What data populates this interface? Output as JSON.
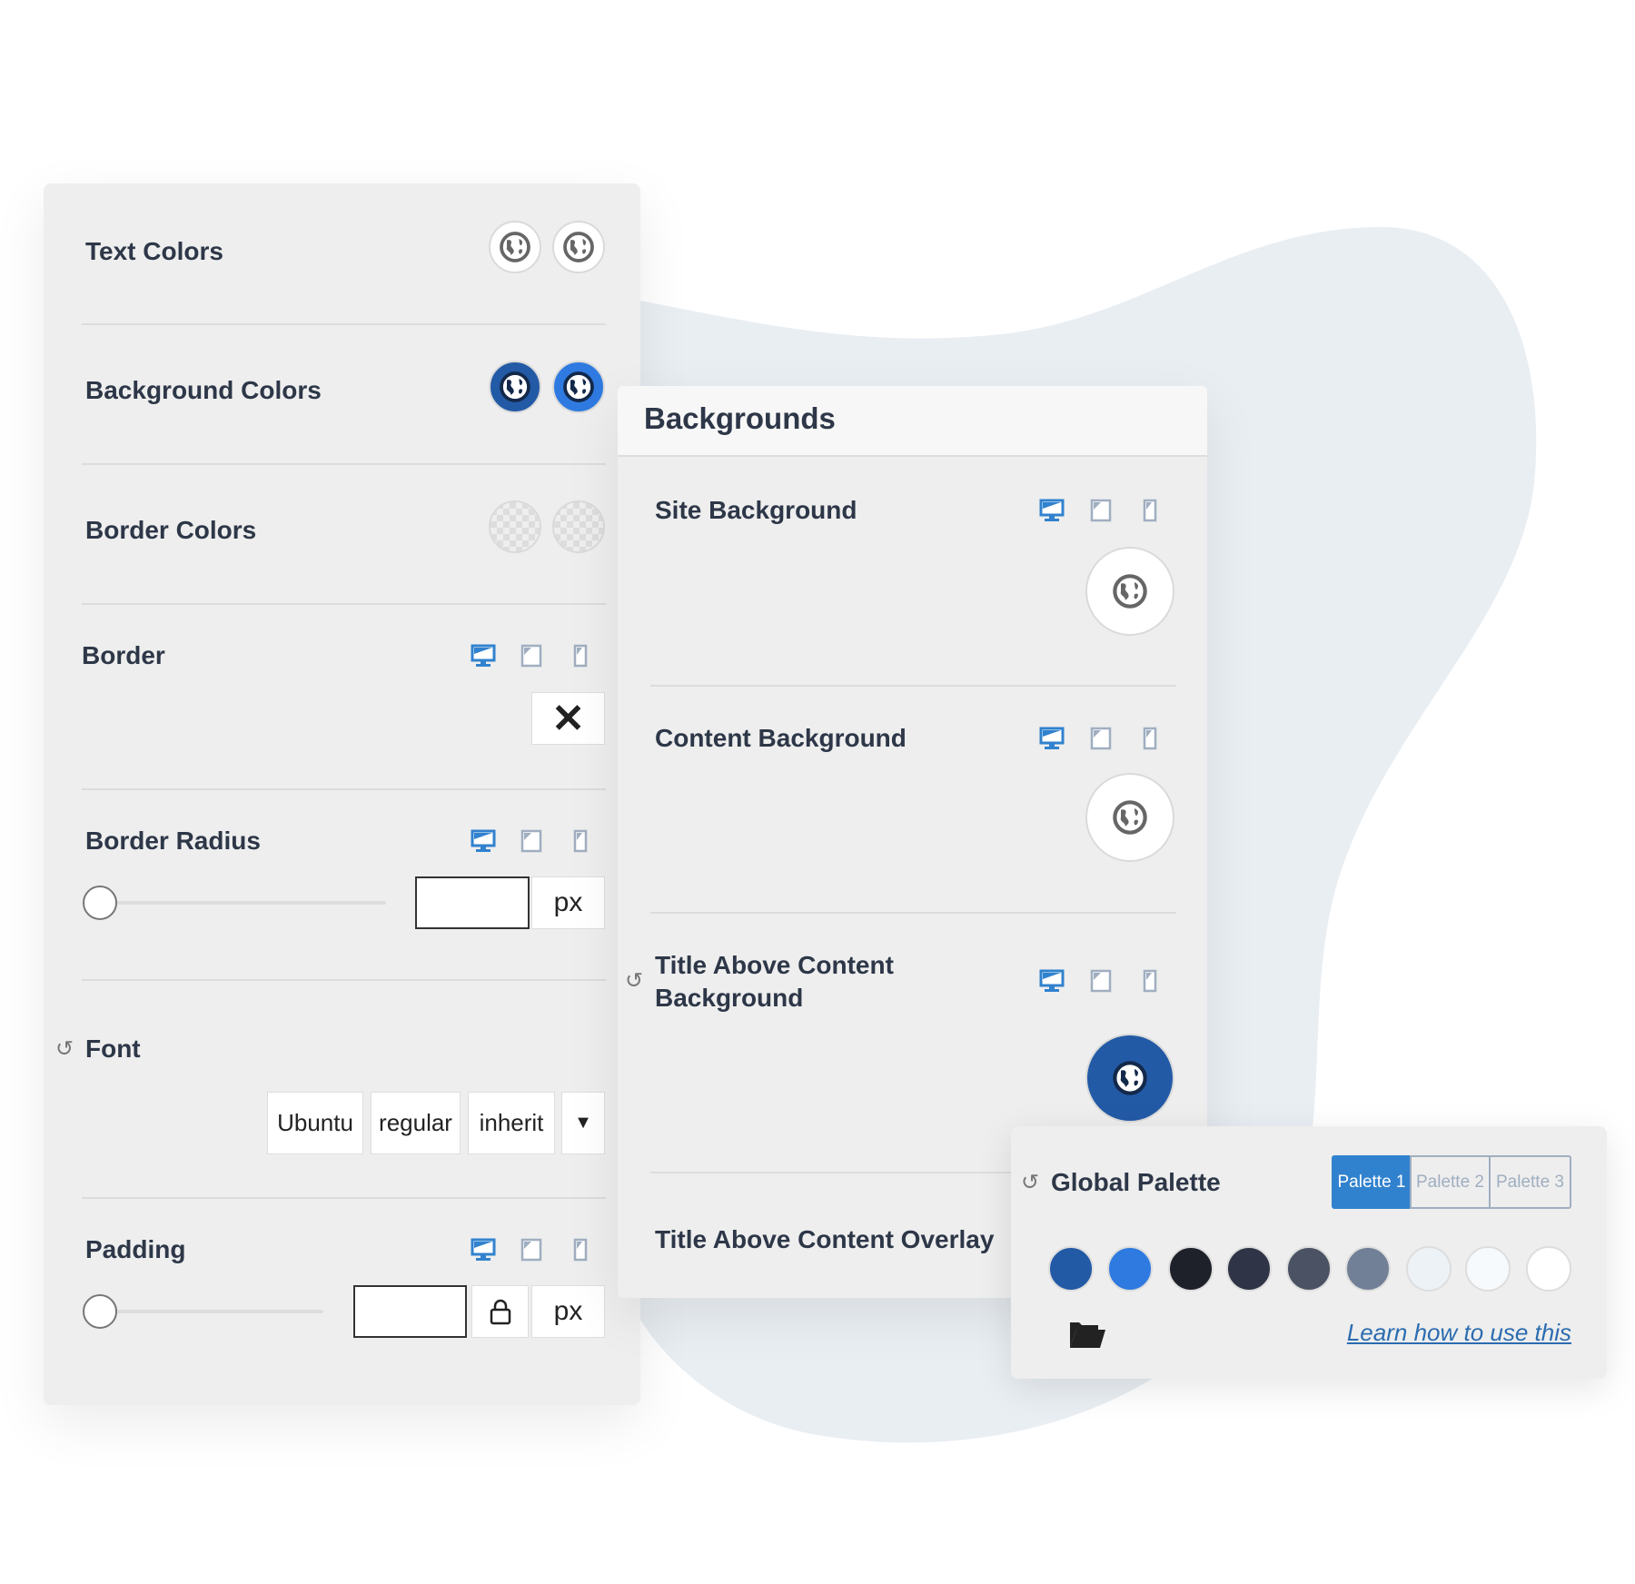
{
  "left_panel": {
    "text_colors": "Text Colors",
    "background_colors": "Background Colors",
    "border_colors": "Border Colors",
    "border": "Border",
    "border_radius": "Border Radius",
    "border_radius_value": "",
    "border_radius_unit": "px",
    "font": "Font",
    "font_family": "Ubuntu",
    "font_weight": "regular",
    "font_style": "inherit",
    "padding": "Padding",
    "padding_value": "",
    "padding_unit": "px"
  },
  "backgrounds_panel": {
    "title": "Backgrounds",
    "site_background": "Site Background",
    "content_background": "Content Background",
    "title_above_content_background_line1": "Title Above Content",
    "title_above_content_background_line2": "Background",
    "title_above_content_overlay": "Title Above Content Overlay"
  },
  "palette": {
    "title": "Global Palette",
    "tabs": [
      "Palette 1",
      "Palette 2",
      "Palette 3"
    ],
    "active_tab": "Palette 1",
    "swatches": [
      "#235aa6",
      "#2f7ae0",
      "#1e212a",
      "#2f3546",
      "#4a5263",
      "#718096",
      "#edf2f7",
      "#f7fafc",
      "#ffffff"
    ],
    "link": "Learn how to use this"
  },
  "colors": {
    "accent": "#3182ce",
    "brand_dark": "#235aa6",
    "brand_light": "#2f7ae0"
  }
}
